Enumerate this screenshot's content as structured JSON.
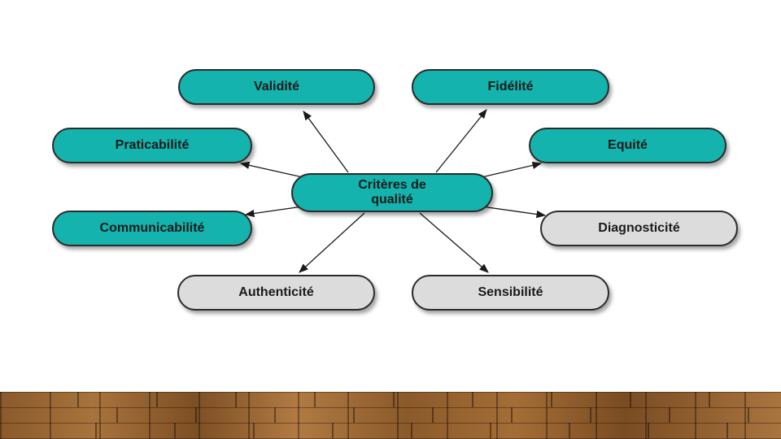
{
  "diagram": {
    "center": {
      "line1": "Critères de",
      "line2": "qualité"
    },
    "nodes": {
      "validite": "Validité",
      "fidelite": "Fidélité",
      "praticabilite": "Praticabilité",
      "equite": "Equité",
      "communicabilite": "Communicabilité",
      "diagnosticite": "Diagnosticité",
      "authenticite": "Authenticité",
      "sensibilite": "Sensibilité"
    },
    "colors": {
      "primary": "#14b3ad",
      "secondary": "#dcdcdc",
      "outline": "#2b2b2b",
      "arrow": "#1a1a1a"
    }
  }
}
